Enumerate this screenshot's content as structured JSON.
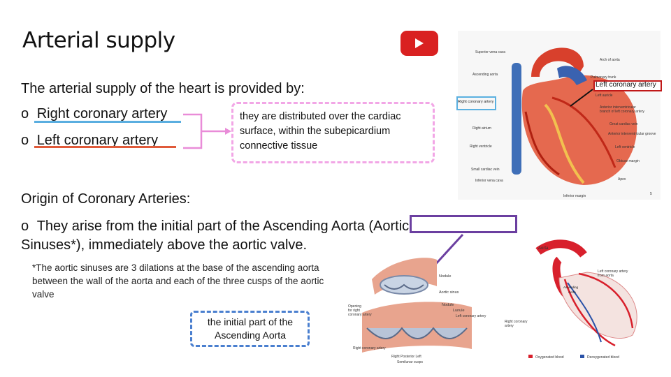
{
  "slide": {
    "title": "Arterial supply",
    "intro": "The arterial supply of the heart is provided by:",
    "bullets": [
      {
        "marker": "o",
        "text": "Right coronary artery"
      },
      {
        "marker": "o",
        "text": "Left coronary artery"
      }
    ],
    "distribution_text": "they are distributed over the cardiac surface, within the subepicardium connective tissue",
    "origin_heading": "Origin of Coronary Arteries:",
    "origin_bullet": {
      "marker": "o",
      "text": "They arise from the initial part of the Ascending Aorta (Aortic Sinuses*), immediately above the aortic valve."
    },
    "footnote": "*The aortic sinuses are 3 dilations at the base of the ascending aorta between the wall of the aorta and each of the three cusps of the aortic valve",
    "callout": "the initial part of the Ascending Aorta",
    "heart_label_left_coronary": "Left coronary artery",
    "heart_label_right_coronary": "Right coronary artery",
    "heart_labels": [
      "Superior vena cava",
      "Ascending aorta",
      "Right atrium",
      "Right ventricle",
      "Small cardiac vein",
      "Inferior vena cava",
      "Arch of aorta",
      "Pulmonary trunk",
      "Left auricle",
      "Anterior interventricular branch of left coronary artery",
      "Great cardiac vein",
      "Anterior interventricular groove",
      "Left ventricle",
      "Obtuse margin",
      "Apex",
      "Inferior margin"
    ],
    "heart_page_number": "5",
    "valve_labels": [
      "Nodule",
      "Aortic sinus",
      "Opening for right coronary artery",
      "Nodule",
      "Lunule",
      "Left coronary artery",
      "Right coronary artery",
      "Right",
      "Posterior",
      "Left",
      "Semilunar cusps"
    ],
    "aorta_labels": [
      "Aorta",
      "Ascending Aorta",
      "Left coronary artery from aorta",
      "Right coronary artery",
      "Oxygenated blood",
      "Deoxygenated blood"
    ]
  },
  "colors": {
    "youtube": "#d92121",
    "blue_underline": "#5aaee0",
    "red_underline": "#e05a3a",
    "pink_dash": "#f2a6e6",
    "purple": "#6b3fa0",
    "blue_dash": "#4a7fcf",
    "red_box": "#c01818"
  },
  "icons": [
    "youtube-play-icon",
    "bracket-connector-icon"
  ]
}
